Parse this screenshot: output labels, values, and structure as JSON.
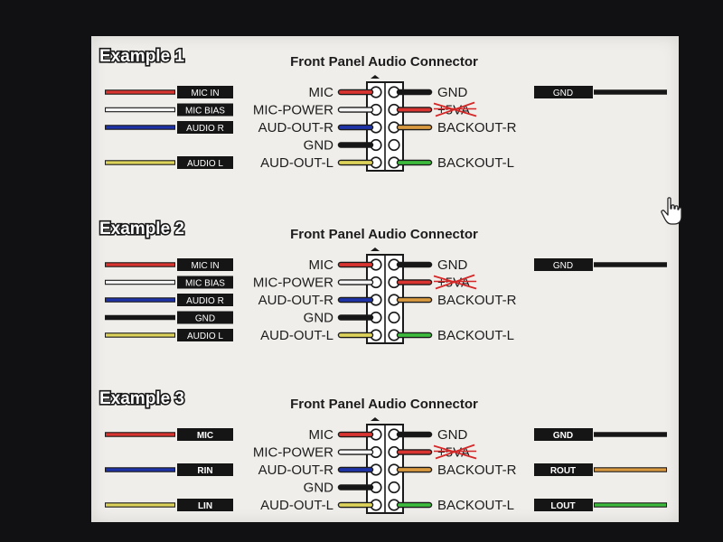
{
  "connector_title": "Front Panel Audio Connector",
  "struck_pin_label": "+5VA",
  "colors": {
    "red": "#d9342f",
    "white": "#f4f4f4",
    "blue": "#1f33a8",
    "black": "#161616",
    "yellow": "#ddd35a",
    "orange": "#d99a40",
    "green": "#3dbb3d",
    "strike": "#d42828"
  },
  "examples": [
    {
      "title": "Example 1",
      "left_pins": [
        "MIC",
        "MIC-POWER",
        "AUD-OUT-R",
        "GND",
        "AUD-OUT-L"
      ],
      "right_pins": [
        "GND",
        "+5VA",
        "BACKOUT-R",
        "",
        "BACKOUT-L"
      ],
      "left_wires": [
        {
          "label": "MIC IN",
          "color": "red"
        },
        {
          "label": "MIC BIAS",
          "color": "white"
        },
        {
          "label": "AUDIO R",
          "color": "blue"
        },
        null,
        {
          "label": "AUDIO L",
          "color": "yellow"
        }
      ],
      "right_wires": [
        {
          "label": "GND",
          "color": "black"
        }
      ]
    },
    {
      "title": "Example 2",
      "left_pins": [
        "MIC",
        "MIC-POWER",
        "AUD-OUT-R",
        "GND",
        "AUD-OUT-L"
      ],
      "right_pins": [
        "GND",
        "+5VA",
        "BACKOUT-R",
        "",
        "BACKOUT-L"
      ],
      "left_wires": [
        {
          "label": "MIC IN",
          "color": "red"
        },
        {
          "label": "MIC BIAS",
          "color": "white"
        },
        {
          "label": "AUDIO R",
          "color": "blue"
        },
        {
          "label": "GND",
          "color": "black"
        },
        {
          "label": "AUDIO L",
          "color": "yellow"
        }
      ],
      "right_wires": [
        {
          "label": "GND",
          "color": "black"
        }
      ]
    },
    {
      "title": "Example 3",
      "left_pins": [
        "MIC",
        "MIC-POWER",
        "AUD-OUT-R",
        "GND",
        "AUD-OUT-L"
      ],
      "right_pins": [
        "GND",
        "+5VA",
        "BACKOUT-R",
        "",
        "BACKOUT-L"
      ],
      "left_wires": [
        {
          "label": "MIC",
          "color": "red"
        },
        null,
        {
          "label": "RIN",
          "color": "blue"
        },
        null,
        {
          "label": "LIN",
          "color": "yellow"
        }
      ],
      "right_wires": [
        {
          "label": "GND",
          "color": "black"
        },
        null,
        {
          "label": "ROUT",
          "color": "orange"
        },
        null,
        {
          "label": "LOUT",
          "color": "green"
        }
      ]
    }
  ],
  "connector_pin_colors": {
    "left": [
      "red",
      "white",
      "blue",
      "black",
      "yellow"
    ],
    "right": [
      "black",
      "red",
      "orange",
      "none",
      "green"
    ]
  },
  "cursor_icon": "hand-pointer-icon"
}
